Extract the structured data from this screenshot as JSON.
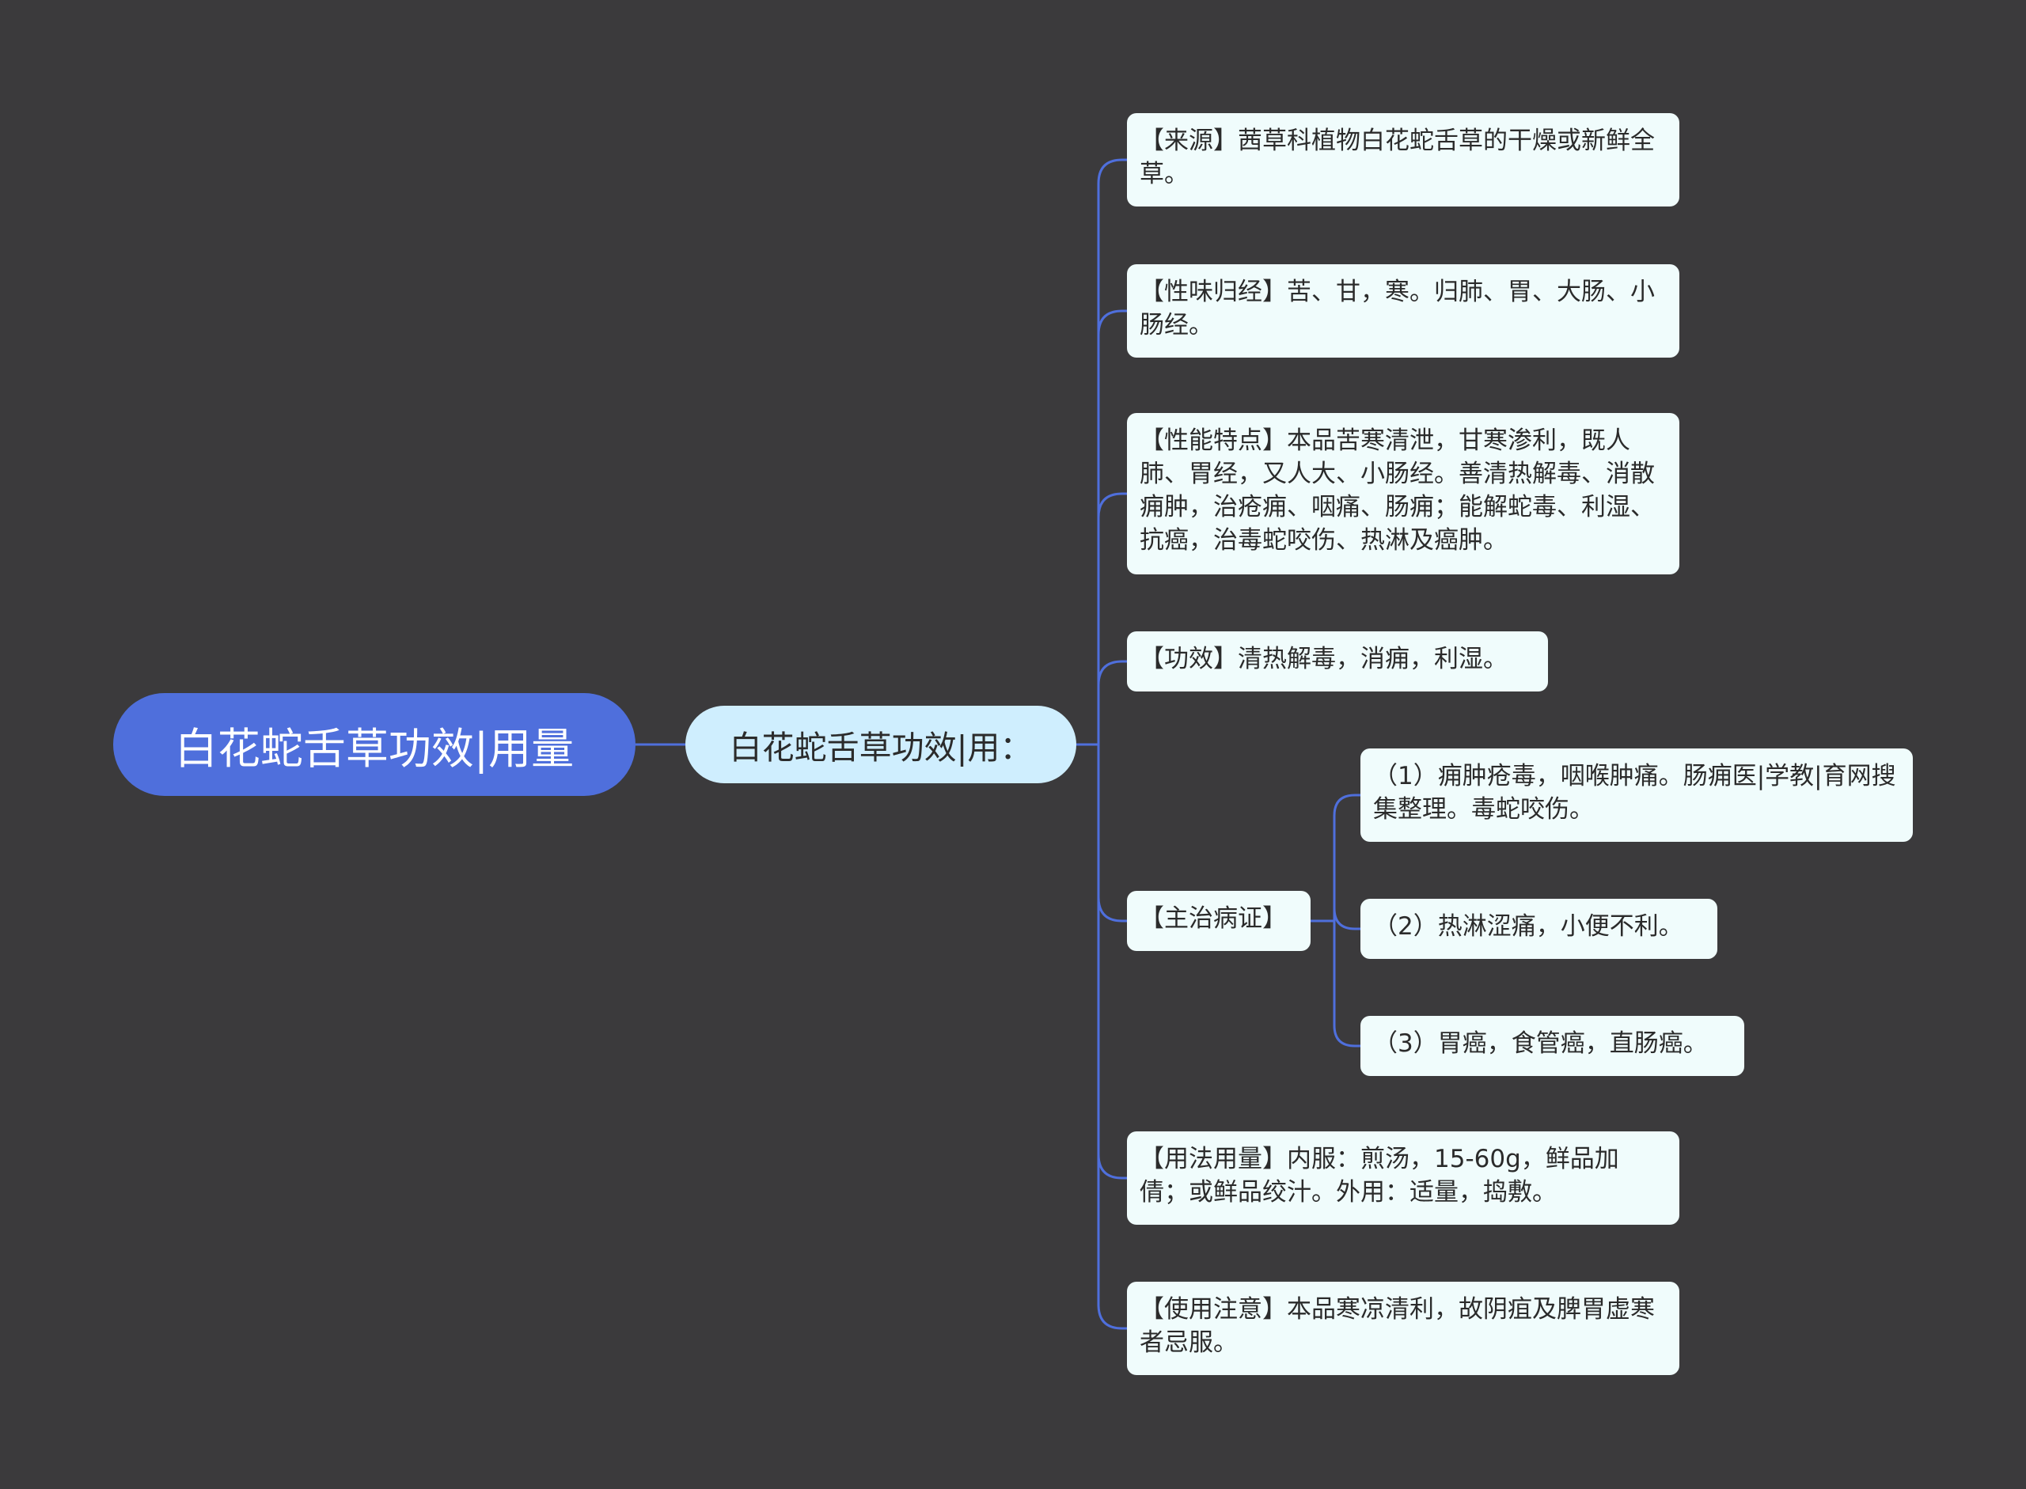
{
  "colors": {
    "background": "#3b3a3c",
    "root_fill": "#4f6fdc",
    "sub_fill": "#cfeefe",
    "leaf_fill": "#f0fcfc",
    "connector": "#4f6fdc"
  },
  "root": {
    "label": "白花蛇舌草功效|用量"
  },
  "sub": {
    "label": "白花蛇舌草功效|用："
  },
  "leaves": [
    {
      "id": "source",
      "text": "【来源】茜草科植物白花蛇舌草的干燥或新鲜全草。"
    },
    {
      "id": "nature",
      "text": "【性味归经】苦、甘，寒。归肺、胃、大肠、小肠经。"
    },
    {
      "id": "properties",
      "text": "【性能特点】本品苦寒清泄，甘寒渗利，既人肺、胃经，又人大、小肠经。善清热解毒、消散痈肿，治疮痈、咽痛、肠痈；能解蛇毒、利湿、抗癌，治毒蛇咬伤、热淋及癌肿。"
    },
    {
      "id": "efficacy",
      "text": "【功效】清热解毒，消痈，利湿。"
    },
    {
      "id": "indications",
      "text": "【主治病证】"
    },
    {
      "id": "dosage",
      "text": "【用法用量】内服：煎汤，15-60g，鲜品加倩；或鲜品绞汁。外用：适量，捣敷。"
    },
    {
      "id": "caution",
      "text": "【使用注意】本品寒凉清利，故阴疽及脾胃虚寒者忌服。"
    }
  ],
  "indications_children": [
    {
      "text": "（1）痈肿疮毒，咽喉肿痛。肠痈医|学教|育网搜集整理。毒蛇咬伤。"
    },
    {
      "text": "（2）热淋涩痛，小便不利。"
    },
    {
      "text": "（3）胃癌，食管癌，直肠癌。"
    }
  ]
}
